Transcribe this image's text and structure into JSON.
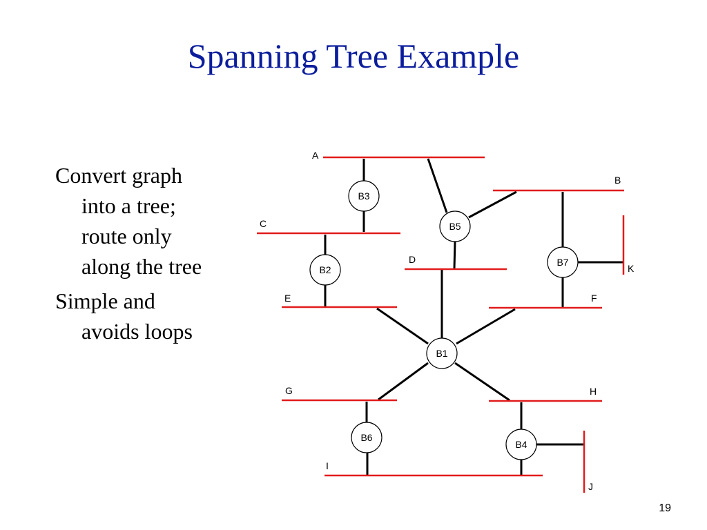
{
  "slide": {
    "title": "Spanning Tree Example",
    "page_number": "19",
    "bullets": [
      [
        "Convert graph",
        "into a tree;",
        "route only",
        "along the tree"
      ],
      [
        "Simple and",
        "avoids loops"
      ]
    ]
  },
  "colors": {
    "title": "#0b1d9c",
    "lan_segment": "#e11b1b",
    "link": "#000000"
  },
  "diagram": {
    "lans": [
      "A",
      "B",
      "C",
      "D",
      "E",
      "F",
      "G",
      "H",
      "I",
      "J",
      "K"
    ],
    "bridges": [
      "B1",
      "B2",
      "B3",
      "B4",
      "B5",
      "B6",
      "B7"
    ],
    "links": [
      [
        "B3",
        "A"
      ],
      [
        "B3",
        "C"
      ],
      [
        "B5",
        "A"
      ],
      [
        "B5",
        "B"
      ],
      [
        "B5",
        "D"
      ],
      [
        "B2",
        "C"
      ],
      [
        "B2",
        "E"
      ],
      [
        "B7",
        "B"
      ],
      [
        "B7",
        "F"
      ],
      [
        "B7",
        "K"
      ],
      [
        "B1",
        "D"
      ],
      [
        "B1",
        "E"
      ],
      [
        "B1",
        "F"
      ],
      [
        "B1",
        "G"
      ],
      [
        "B1",
        "H"
      ],
      [
        "B6",
        "G"
      ],
      [
        "B6",
        "I"
      ],
      [
        "B4",
        "H"
      ],
      [
        "B4",
        "I"
      ],
      [
        "B4",
        "J"
      ]
    ]
  }
}
